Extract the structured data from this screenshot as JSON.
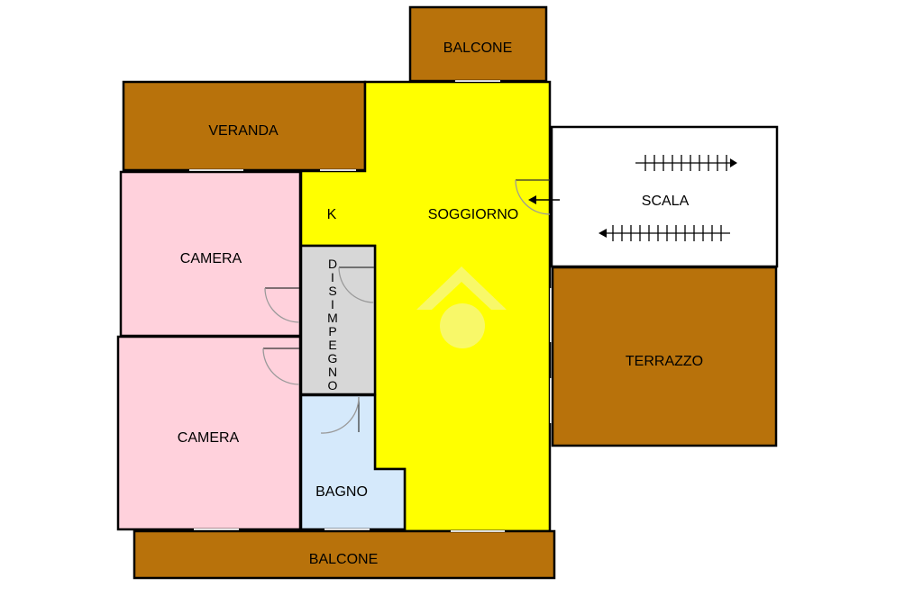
{
  "floorplan": {
    "rooms": {
      "balcone_top": {
        "label": "BALCONE",
        "color": "#b8720b"
      },
      "veranda": {
        "label": "VERANDA",
        "color": "#b8720b"
      },
      "soggiorno": {
        "label": "SOGGIORNO",
        "color": "#ffff00"
      },
      "kitchen": {
        "label": "K",
        "color": "#ffff00"
      },
      "camera_1": {
        "label": "CAMERA",
        "color": "#ffd1dc"
      },
      "camera_2": {
        "label": "CAMERA",
        "color": "#ffd1dc"
      },
      "disimpegno": {
        "label": "DISIMPEGNO",
        "letters": [
          "D",
          "I",
          "S",
          "I",
          "M",
          "P",
          "E",
          "G",
          "N",
          "O"
        ],
        "color": "#d7d7d7"
      },
      "bagno": {
        "label": "BAGNO",
        "color": "#d5e9fb"
      },
      "scala": {
        "label": "SCALA",
        "color": "#ffffff"
      },
      "terrazzo": {
        "label": "TERRAZZO",
        "color": "#b8720b"
      },
      "balcone_bottom": {
        "label": "BALCONE",
        "color": "#b8720b"
      }
    },
    "stair_arrows": [
      "right",
      "left"
    ],
    "entry_arrow": "left",
    "watermark_icon": "logo-watermark-icon"
  }
}
